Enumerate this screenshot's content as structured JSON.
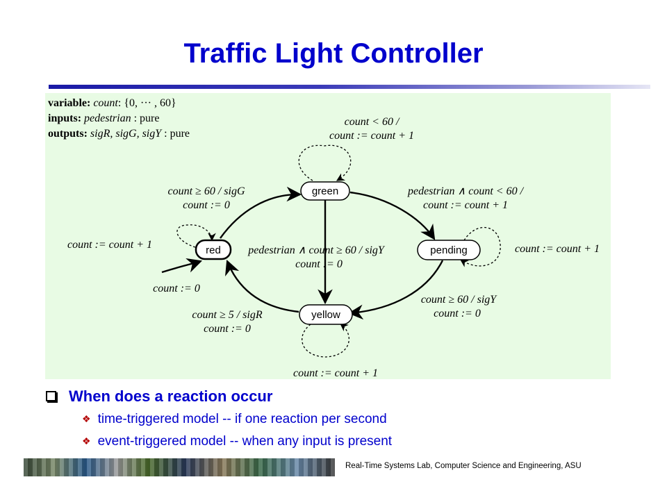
{
  "title": "Traffic Light Controller",
  "declarations": {
    "variable_kw": "variable:",
    "variable_name": "count",
    "variable_domain": ": {0, ··· , 60}",
    "inputs_kw": "inputs:",
    "inputs_name": "pedestrian",
    "inputs_type": " : pure",
    "outputs_kw": "outputs:",
    "outputs_names": "sigR, sigG, sigY",
    "outputs_type": " : pure"
  },
  "states": {
    "green": "green",
    "red": "red",
    "pending": "pending",
    "yellow": "yellow"
  },
  "transitions": {
    "green_self_1": "count < 60 /",
    "green_self_2": "count := count + 1",
    "red_green_1": "count ≥ 60 / sigG",
    "red_green_2": "count := 0",
    "green_pending_1": "pedestrian ∧ count < 60 /",
    "green_pending_2": "count := count + 1",
    "red_self": "count := count + 1",
    "green_yellow_1": "pedestrian ∧ count ≥ 60 / sigY",
    "green_yellow_2": "count := 0",
    "pending_self": "count := count + 1",
    "initial": "count := 0",
    "pending_yellow_1": "count ≥ 60 / sigY",
    "pending_yellow_2": "count := 0",
    "yellow_red_1": "count ≥ 5 / sigR",
    "yellow_red_2": "count := 0",
    "yellow_self": "count := count + 1"
  },
  "question": "When does a reaction occur",
  "bullets": [
    "time-triggered model -- if one reaction per second",
    "event-triggered model -- when any input is present"
  ],
  "footer": "Real-Time Systems Lab, Computer Science and Engineering, ASU"
}
